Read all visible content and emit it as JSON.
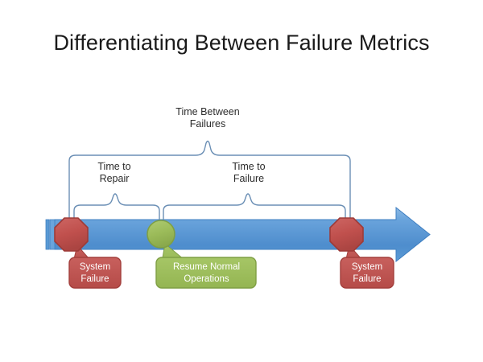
{
  "slide": {
    "title": "Differentiating Between Failure Metrics",
    "background_color": "#ffffff"
  },
  "timeline": {
    "name": "time-axis-arrow",
    "direction": "right",
    "fill_color": "#5b9bd5",
    "stroke_color": "#2e75b6",
    "broken_start": true
  },
  "brackets": [
    {
      "id": "time-between-failures",
      "label_line1": "Time Between",
      "label_line2": "Failures",
      "label": "Time Between Failures",
      "span_from": "system-failure-1",
      "span_to": "system-failure-2",
      "color": "#4a7ebb"
    },
    {
      "id": "time-to-repair",
      "label_line1": "Time to",
      "label_line2": "Repair",
      "label": "Time to Repair",
      "span_from": "system-failure-1",
      "span_to": "resume-normal-operations",
      "color": "#4a7ebb"
    },
    {
      "id": "time-to-failure",
      "label_line1": "Time to",
      "label_line2": "Failure",
      "label": "Time to Failure",
      "span_from": "resume-normal-operations",
      "span_to": "system-failure-2",
      "color": "#4a7ebb"
    }
  ],
  "events": [
    {
      "id": "system-failure-1",
      "marker": "octagon",
      "marker_color": "#c0504d",
      "callout_line1": "System",
      "callout_line2": "Failure",
      "callout_label": "System Failure",
      "callout_fill": "#c0504d",
      "callout_stroke": "#a33f3c",
      "text_color": "#ffffff"
    },
    {
      "id": "resume-normal-operations",
      "marker": "circle",
      "marker_color": "#9bbb59",
      "callout_line1": "Resume Normal",
      "callout_line2": "Operations",
      "callout_label": "Resume Normal Operations",
      "callout_fill": "#9bbb59",
      "callout_stroke": "#7f9f44",
      "text_color": "#ffffff"
    },
    {
      "id": "system-failure-2",
      "marker": "octagon",
      "marker_color": "#c0504d",
      "callout_line1": "System",
      "callout_line2": "Failure",
      "callout_label": "System Failure",
      "callout_fill": "#c0504d",
      "callout_stroke": "#a33f3c",
      "text_color": "#ffffff"
    }
  ]
}
